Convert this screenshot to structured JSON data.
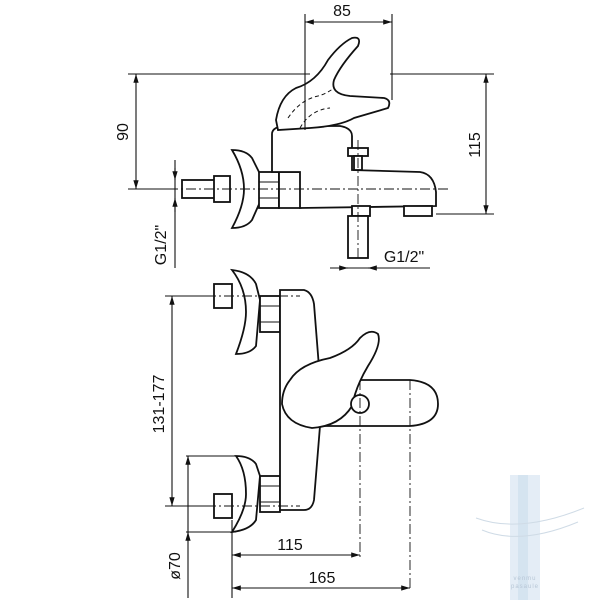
{
  "dimensions": {
    "top_width": "85",
    "left_height": "90",
    "right_height": "115",
    "thread_left": "G1/2\"",
    "thread_outlet": "G1/2\"",
    "center_distance": "131-177",
    "diameter": "ø70",
    "width_inner": "115",
    "width_outer": "165"
  },
  "watermark": {
    "line1": "venmu",
    "line2": "pasaule",
    "color": "#cfe0ef"
  },
  "colors": {
    "line": "#111111",
    "background": "#ffffff"
  }
}
